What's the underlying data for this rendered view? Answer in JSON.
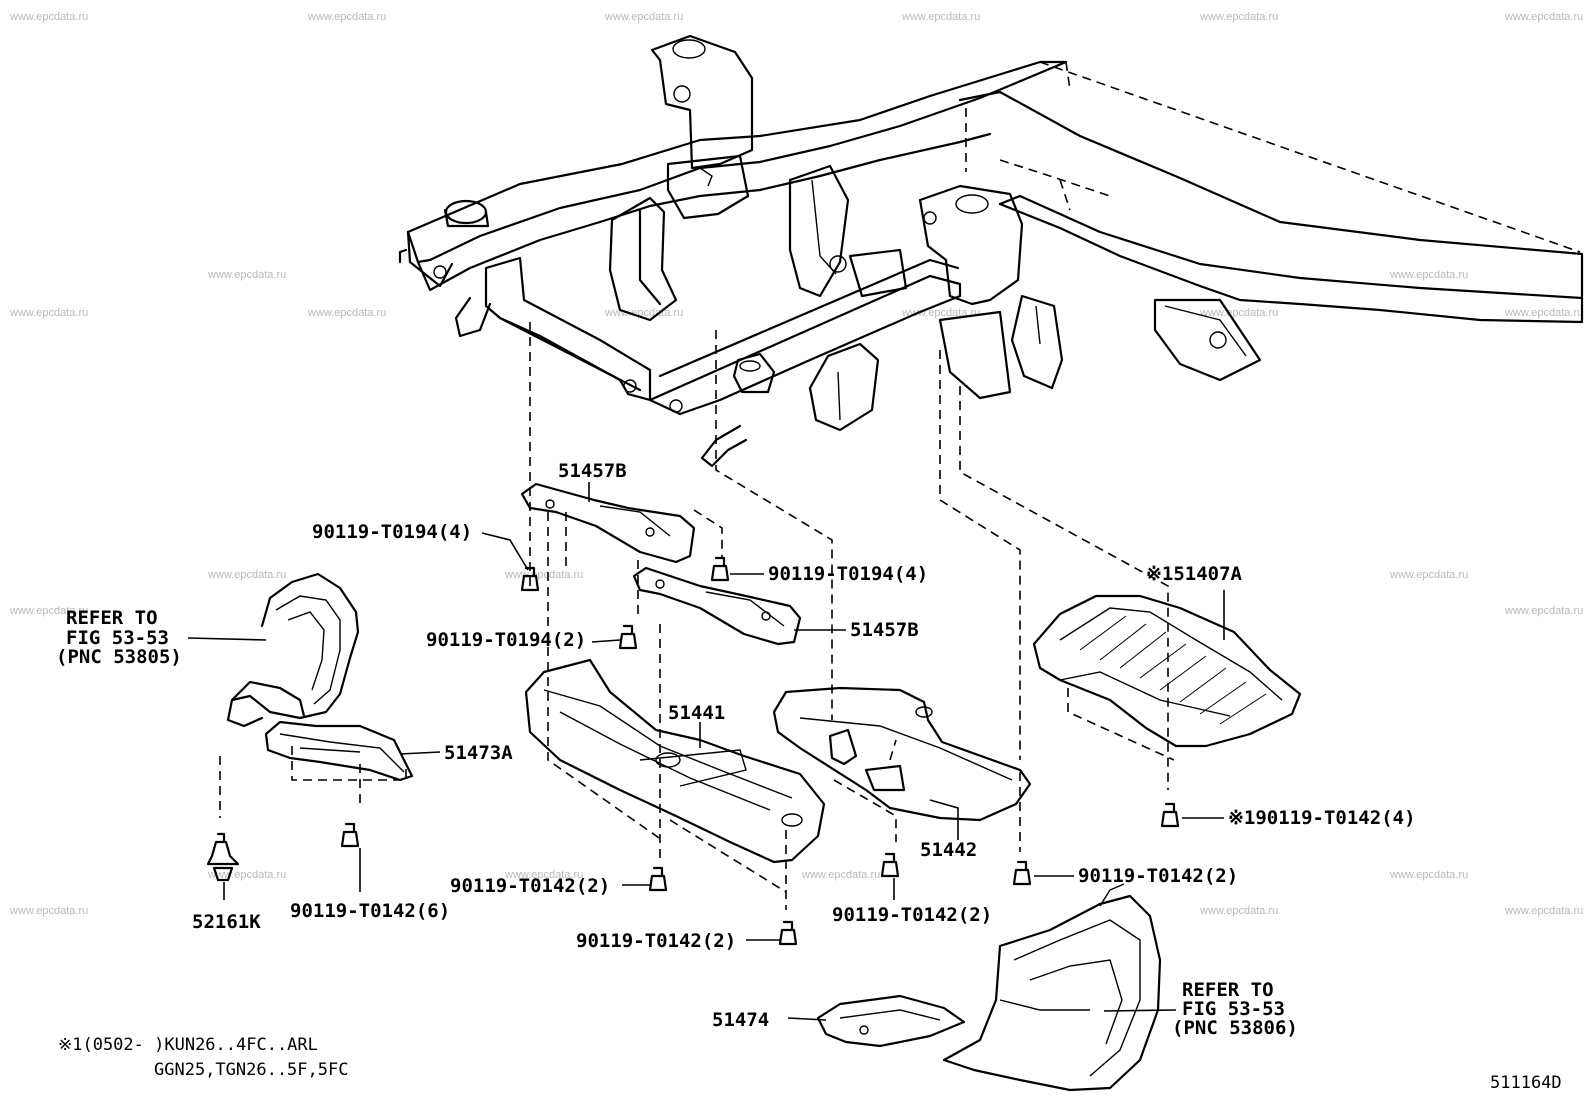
{
  "watermark": "www.epcdata.ru",
  "labels": {
    "p51457b_top": "51457B",
    "p51457b_mid": "51457B",
    "bolt_0194_4_left": "90119-T0194(4)",
    "bolt_0194_4_right": "90119-T0194(4)",
    "bolt_0194_2": "90119-T0194(2)",
    "refer_left_1": "REFER TO",
    "refer_left_2": "FIG 53-53",
    "refer_left_3": "(PNC 53805)",
    "p51473a": "51473A",
    "p51441": "51441",
    "p51442": "51442",
    "p51407a": "※151407A",
    "bolt_0142_4": "※190119-T0142(4)",
    "bolt_0142_6": "90119-T0142(6)",
    "p52161k": "52161K",
    "bolt_0142_2_a": "90119-T0142(2)",
    "bolt_0142_2_b": "90119-T0142(2)",
    "bolt_0142_2_c": "90119-T0142(2)",
    "bolt_0142_2_d": "90119-T0142(2)",
    "p51474": "51474",
    "refer_right_1": "REFER TO",
    "refer_right_2": "FIG 53-53",
    "refer_right_3": "(PNC 53806)",
    "footnote_1": "※1(0502-    )KUN26..4FC..ARL",
    "footnote_2": "GGN25,TGN26..5F,5FC",
    "diagram_code": "511164D"
  }
}
